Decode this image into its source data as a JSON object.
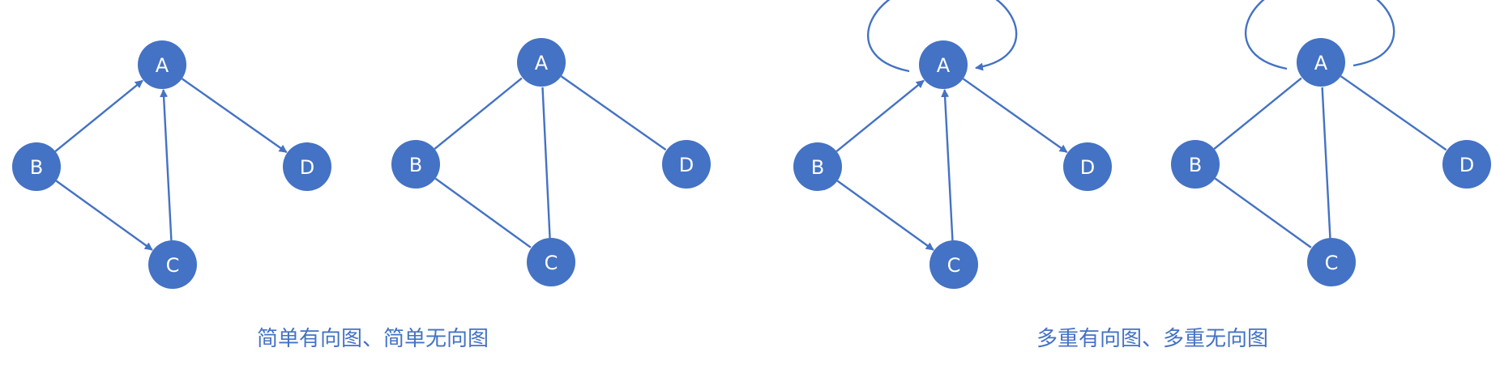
{
  "colors": {
    "node_fill": "#4472C4",
    "edge": "#4472C4",
    "label": "#ffffff",
    "caption": "#4472C4"
  },
  "captions": {
    "left": "简单有向图、简单无向图",
    "right": "多重有向图、多重无向图"
  },
  "graphs": [
    {
      "id": "simple-directed",
      "directed": true,
      "nodes": [
        "A",
        "B",
        "C",
        "D"
      ],
      "edges": [
        [
          "B",
          "A"
        ],
        [
          "B",
          "C"
        ],
        [
          "C",
          "A"
        ],
        [
          "A",
          "D"
        ]
      ]
    },
    {
      "id": "simple-undirected",
      "directed": false,
      "nodes": [
        "A",
        "B",
        "C",
        "D"
      ],
      "edges": [
        [
          "B",
          "A"
        ],
        [
          "B",
          "C"
        ],
        [
          "C",
          "A"
        ],
        [
          "A",
          "D"
        ]
      ]
    },
    {
      "id": "multi-directed",
      "directed": true,
      "nodes": [
        "A",
        "B",
        "C",
        "D"
      ],
      "edges": [
        [
          "B",
          "A"
        ],
        [
          "B",
          "C"
        ],
        [
          "C",
          "A"
        ],
        [
          "A",
          "D"
        ],
        [
          "A",
          "A"
        ]
      ]
    },
    {
      "id": "multi-undirected",
      "directed": false,
      "nodes": [
        "A",
        "B",
        "C",
        "D"
      ],
      "edges": [
        [
          "B",
          "A"
        ],
        [
          "B",
          "C"
        ],
        [
          "C",
          "A"
        ],
        [
          "A",
          "D"
        ],
        [
          "A",
          "A"
        ]
      ]
    }
  ]
}
